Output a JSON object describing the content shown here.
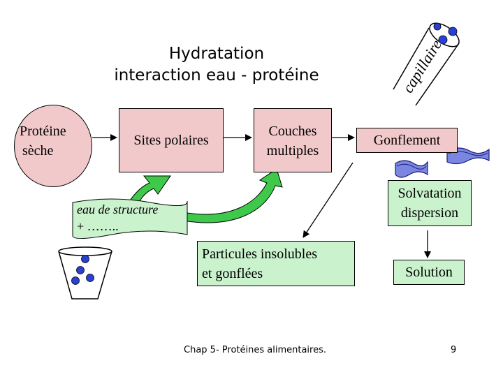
{
  "title": {
    "line1": "Hydratation",
    "line2": "interaction eau - protéine"
  },
  "nodes": {
    "proteine_seche": {
      "line1": "Protéine",
      "line2": "sèche"
    },
    "sites_polaires": "Sites polaires",
    "couches_multiples": {
      "line1": "Couches",
      "line2": "multiples"
    },
    "gonflement": "Gonflement",
    "solvatation": {
      "line1": "Solvatation",
      "line2": "dispersion"
    },
    "particules": {
      "line1": "Particules insolubles",
      "line2": "et gonflées"
    },
    "solution": "Solution"
  },
  "eau_de_structure": {
    "line1": "eau de structure",
    "line2": "+ …….."
  },
  "capillaire_label": "capillaire",
  "footer": {
    "text": "Chap 5- Protéines alimentaires.",
    "page": "9"
  },
  "colors": {
    "pink_fill": "#f2c9cb",
    "green_fill": "#c9f2cd",
    "green_arrow": "#3fc94a",
    "blue_dot": "#2a3fd6",
    "dark_blue": "#1a1a7a"
  }
}
